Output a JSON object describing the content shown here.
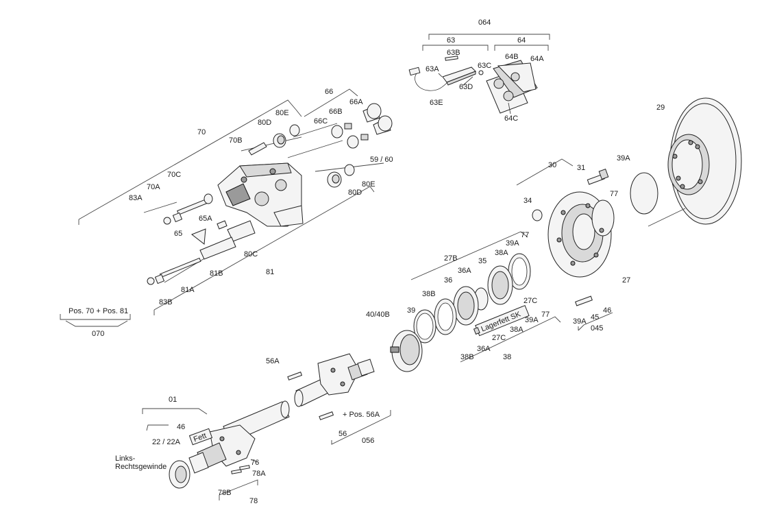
{
  "labels": {
    "l064": "064",
    "l63": "63",
    "l64": "64",
    "l63B": "63B",
    "l63A": "63A",
    "l63C": "63C",
    "l64B": "64B",
    "l64A": "64A",
    "l63D": "63D",
    "l63E": "63E",
    "l64C": "64C",
    "l66": "66",
    "l66A": "66A",
    "l66B": "66B",
    "l66C": "66C",
    "l80E_top": "80E",
    "l80D_top": "80D",
    "l70": "70",
    "l70B": "70B",
    "l5960": "59 / 60",
    "l70C": "70C",
    "l70A": "70A",
    "l83A": "83A",
    "l65A": "65A",
    "l65": "65",
    "l80E_bot": "80E",
    "l80D_bot": "80D",
    "l80C": "80C",
    "l81B": "81B",
    "l81": "81",
    "l81A": "81A",
    "l83B": "83B",
    "lpos": "Pos. 70 + Pos. 81",
    "l070": "070",
    "l29": "29",
    "l30": "30",
    "l31": "31",
    "l39A_top": "39A",
    "l77_top": "77",
    "l34": "34",
    "l27": "27",
    "l77_mid": "77",
    "l39A_mid": "39A",
    "l38A_top": "38A",
    "l27B": "27B",
    "l35": "35",
    "l36A_top": "36A",
    "l36": "36",
    "l38B_top": "38B",
    "l39": "39",
    "l27C_top": "27C",
    "l4040B": "40/40B",
    "lfett_sk": "Lagerfett SK",
    "l77_low": "77",
    "l39A_low": "39A",
    "l38A_low": "38A",
    "l27C_low": "27C",
    "l36A_low": "36A",
    "l38B_low": "38B",
    "l38": "38",
    "l46_r": "46",
    "l45": "45",
    "l39A_r": "39A",
    "l045": "045",
    "l56A": "56A",
    "lpos56A": "+ Pos. 56A",
    "l56": "56",
    "l056": "056",
    "l01": "01",
    "l46_l": "46",
    "lfett": "Fett",
    "l2222A": "22 / 22A",
    "llinks": "Links-",
    "lrechts": "Rechtsgewinde",
    "l76": "76",
    "l78A": "78A",
    "l78B": "78B",
    "l78": "78"
  }
}
